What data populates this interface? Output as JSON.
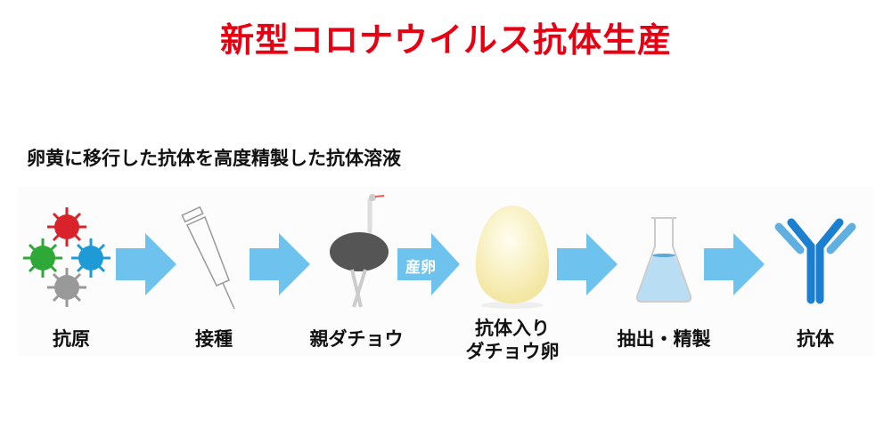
{
  "title": "新型コロナウイルス抗体生産",
  "subtitle": "卵黄に移行した抗体を高度精製した抗体溶液",
  "steps": [
    {
      "label": "抗原",
      "icon": "virus-icon"
    },
    {
      "label": "接種",
      "icon": "syringe-icon"
    },
    {
      "label": "親ダチョウ",
      "icon": "ostrich-icon"
    },
    {
      "label_line1": "抗体入り",
      "label_line2": "ダチョウ卵",
      "icon": "egg-icon"
    },
    {
      "label": "抽出・精製",
      "icon": "flask-icon"
    },
    {
      "label": "抗体",
      "icon": "antibody-icon"
    }
  ],
  "arrow_label": "産卵",
  "colors": {
    "title": "#e60012",
    "arrow": "#6ec3ee",
    "antibody": "#1a7fcf"
  }
}
